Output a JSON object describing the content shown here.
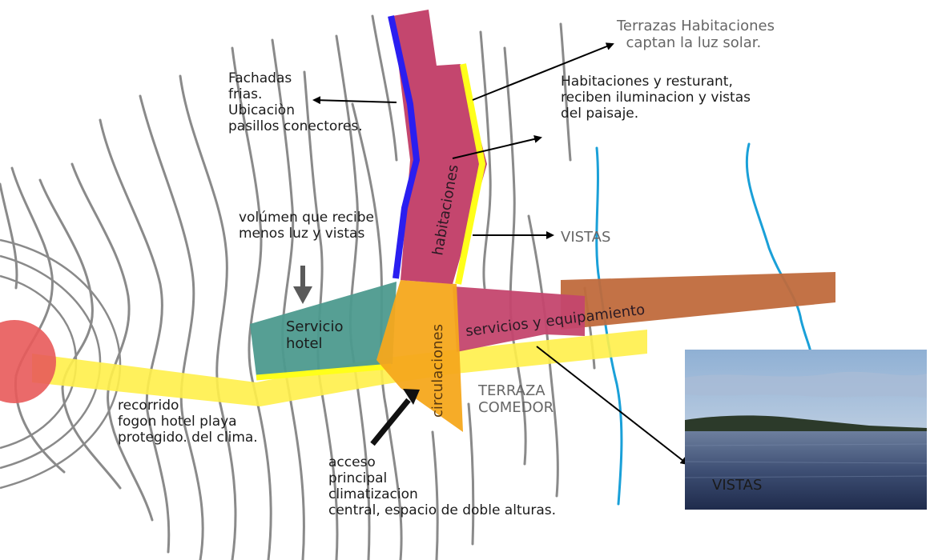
{
  "labels": {
    "terrazas_habitaciones": "Terrazas Habitaciones\n  captan la luz solar.",
    "habitaciones_resturant": "Habitaciones y resturant,\nreciben iluminacion y vistas\ndel paisaje.",
    "fachadas_frias": "Fachadas\nfrias.\nUbicaciòn\npasillos conectores.",
    "volumen_menos_luz": "volúmen que recibe\nmenos luz y vistas",
    "vistas_right": "VISTAS",
    "servicio_hotel": "Servicio\nhotel",
    "habitaciones": "habitaciones",
    "circulaciones": "circulaciones",
    "servicios_equipamiento": "servicios y equipamiento",
    "terraza_comedor": "TERRAZA\nCOMEDOR",
    "recorrido": "recorrido\nfogon hotel playa\nprotegido. del clima.",
    "acceso": "acceso\nprincipal\nclimatizacion\ncentral, espacio de doble alturas.",
    "vistas_photo": "VISTAS"
  },
  "colors": {
    "contour": "#8a8a8a",
    "river": "#1aa0d8",
    "habitaciones_block": "#c4466e",
    "facade_cold": "#2a1ef0",
    "sun_edge": "#ffff1a",
    "path_yellow": "#fff04a",
    "circulation": "#f5a81c",
    "servicio_hotel": "#4d9a8e",
    "equipamiento": "#c06a3c",
    "fogon": "#e85a5a"
  },
  "icons": {
    "photo": "sea-view-photo"
  }
}
